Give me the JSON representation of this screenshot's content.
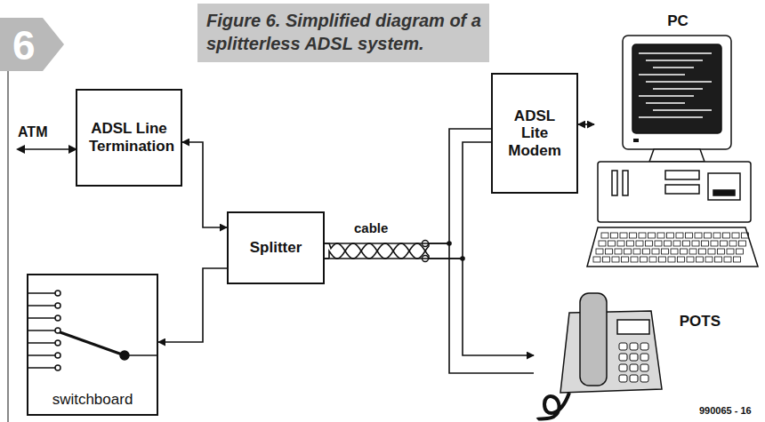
{
  "diagram": {
    "caption": "Figure 6. Simplified diagram of a splitterless ADSL system.",
    "nodes": [
      {
        "text": [
          "ADSL Line Termination"
        ]
      },
      {
        "text": [
          "switchboard"
        ]
      },
      {
        "text": [
          "Splitter"
        ]
      },
      {
        "text": [
          "ADSL Lite Modem"
        ]
      },
      {
        "text": [
          "PC"
        ]
      },
      {
        "text": [
          "POTS"
        ]
      }
    ],
    "edges": [
      {
        "from": 0,
        "to": 2,
        "arrow": "both"
      },
      {
        "from": 2,
        "to": 1,
        "arrow": "to"
      },
      {
        "from": 2,
        "to": 3,
        "arrow": "none"
      },
      {
        "from": 3,
        "to": 4,
        "arrow": "both"
      },
      {
        "from": 2,
        "to": 5,
        "arrow": "to"
      }
    ],
    "labels": [
      "6",
      "ATM",
      "cable",
      "990065 - 16"
    ]
  }
}
